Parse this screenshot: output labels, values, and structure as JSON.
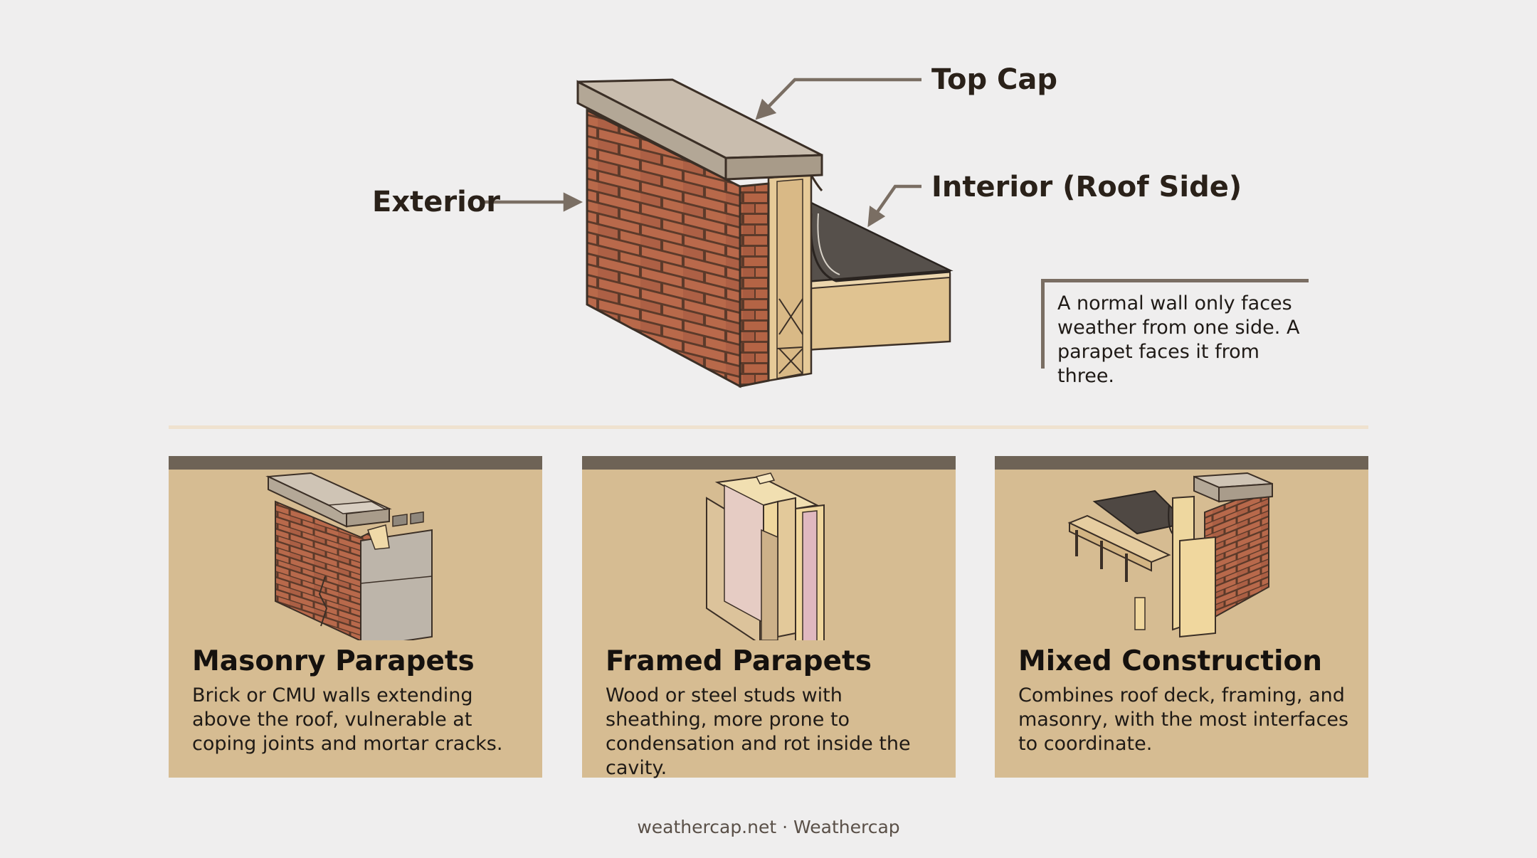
{
  "labels": {
    "top_cap": "Top Cap",
    "interior": "Interior (Roof Side)",
    "exterior": "Exterior"
  },
  "note": "A normal wall only faces weather from one side. A parapet faces it from three.",
  "cards": [
    {
      "title": "Masonry Parapets",
      "description": "Brick or CMU walls extending above the roof, vulnerable at coping joints and mortar cracks."
    },
    {
      "title": "Framed Parapets",
      "description": "Wood or steel studs with sheathing, more prone to condensation and rot inside the cavity."
    },
    {
      "title": "Mixed Construction",
      "description": "Combines roof deck, framing, and masonry, with the most interfaces to coordinate."
    }
  ],
  "footer": "weathercap.net · Weathercap",
  "colors": {
    "background": "#efeeee",
    "card": "#d6bc92",
    "card_band": "#6e6356",
    "brick": "#b86b4e",
    "coping": "#c8bcad",
    "wood": "#e2c491",
    "membrane": "#4e4843"
  }
}
